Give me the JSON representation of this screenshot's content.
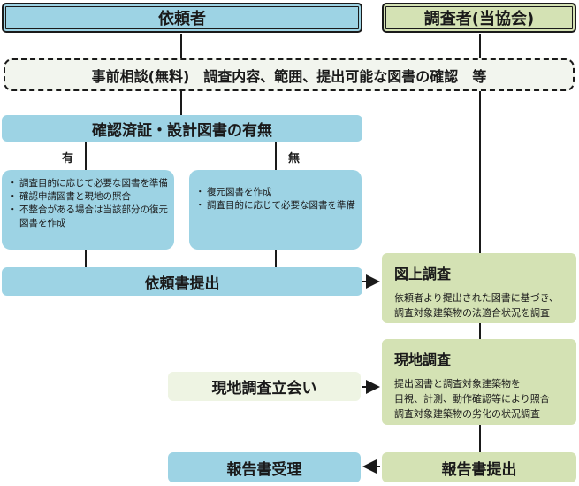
{
  "header": {
    "requester": "依頼者",
    "investigator": "調査者(当協会)"
  },
  "consultation": {
    "text": "事前相談(無料)　調査内容、範囲、提出可能な図書の確認　等"
  },
  "check": {
    "title": "確認済証・設計図書の有無",
    "yes_label": "有",
    "no_label": "無",
    "yes_items": [
      "調査目的に応じて必要な図書を準備",
      "確認申請図書と現地の照合",
      "不整合がある場合は当該部分の復元図書を作成"
    ],
    "no_items": [
      "復元図書を作成",
      "調査目的に応じて必要な図書を準備"
    ]
  },
  "request_submit": {
    "label": "依頼書提出"
  },
  "desk_survey": {
    "title": "図上調査",
    "desc": "依頼者より提出された図書に基づき、\n調査対象建築物の法適合状況を調査"
  },
  "site_attend": {
    "label": "現地調査立会い"
  },
  "site_survey": {
    "title": "現地調査",
    "desc": "提出図書と調査対象建築物を\n目視、計測、動作確認等により照合\n調査対象建築物の劣化の状況調査"
  },
  "report_receive": {
    "label": "報告書受理"
  },
  "report_submit": {
    "label": "報告書提出"
  },
  "colors": {
    "requester": "#9dd3e4",
    "investigator": "#d4e2b4",
    "line": "#1a1a1a"
  }
}
